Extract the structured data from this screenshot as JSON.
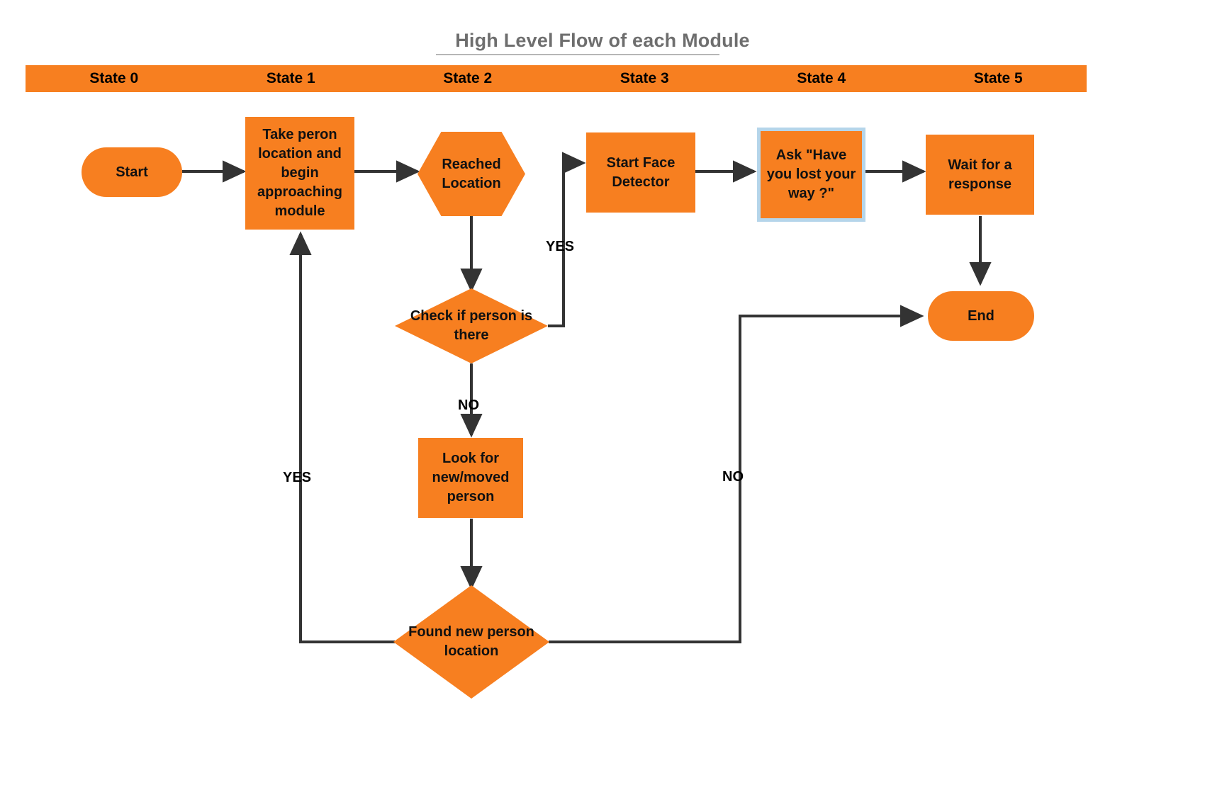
{
  "title": "High Level Flow of each Module",
  "colors": {
    "node_fill": "#f77f20",
    "selected_border": "#b5d5ea",
    "connector": "#333333",
    "title_text": "#6e6e6e",
    "node_text": "#111111"
  },
  "state_bar": {
    "states": [
      {
        "label": "State 0"
      },
      {
        "label": "State 1"
      },
      {
        "label": "State 2"
      },
      {
        "label": "State 3"
      },
      {
        "label": "State 4"
      },
      {
        "label": "State 5"
      }
    ]
  },
  "nodes": {
    "start": {
      "label": "Start",
      "shape": "pill"
    },
    "take_location": {
      "label": "Take peron location and begin approaching module",
      "shape": "rect"
    },
    "reached_location": {
      "label": "Reached Location",
      "shape": "hexagon"
    },
    "check_person": {
      "label": "Check if person is there",
      "shape": "diamond"
    },
    "start_face_detector": {
      "label": "Start Face Detector",
      "shape": "rect"
    },
    "ask_lost": {
      "label": "Ask \"Have you lost your way ?\"",
      "shape": "rect-selected"
    },
    "wait_response": {
      "label": "Wait for a response",
      "shape": "rect"
    },
    "end": {
      "label": "End",
      "shape": "pill"
    },
    "look_for_person": {
      "label": "Look for new/moved person",
      "shape": "rect"
    },
    "found_person": {
      "label": "Found new person location",
      "shape": "diamond"
    }
  },
  "edge_labels": {
    "check_yes": "YES",
    "check_no": "NO",
    "found_yes": "YES",
    "found_no": "NO"
  }
}
